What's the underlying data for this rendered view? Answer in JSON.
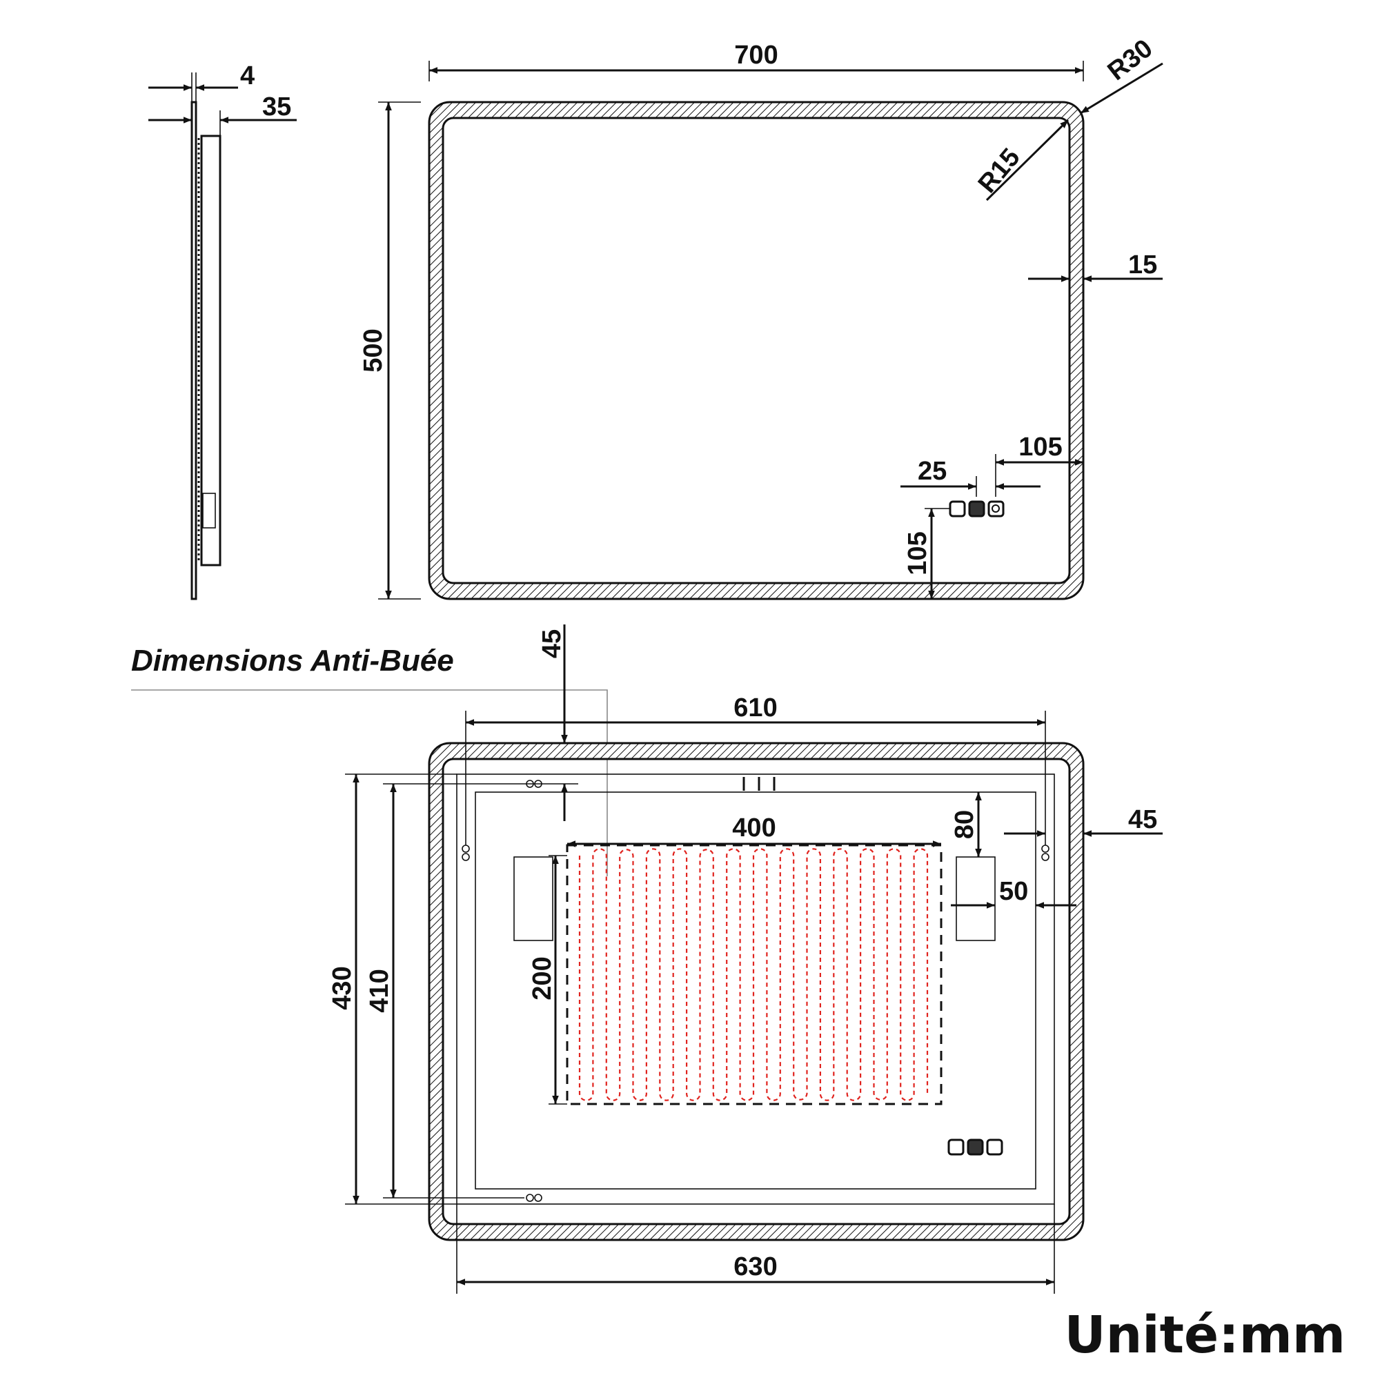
{
  "section_title": "Dimensions Anti-Buée",
  "unit_label": "Unité:mm",
  "dimensions": {
    "side_glass": "4",
    "side_depth": "35",
    "width": "700",
    "height": "500",
    "outer_radius": "R30",
    "inner_radius": "R15",
    "frame_width": "15",
    "switch_right": "105",
    "switch_gap": "25",
    "switch_bottom": "105",
    "top_offset": "45",
    "back_width": "610",
    "pad_width": "400",
    "side_offset": "45",
    "top_gap": "80",
    "box_offset": "50",
    "pad_height": "200",
    "back_height_outer": "430",
    "back_height_inner": "410",
    "bottom_width": "630"
  }
}
